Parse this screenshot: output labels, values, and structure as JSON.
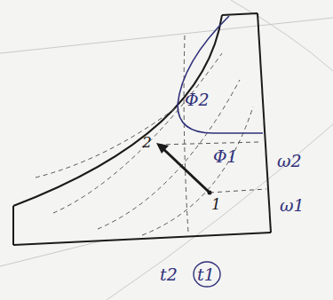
{
  "diagram": {
    "labels": [
      "Φ2",
      "Φ1",
      "ω2",
      "ω1",
      "2",
      "1",
      "t2",
      "t1"
    ]
  }
}
